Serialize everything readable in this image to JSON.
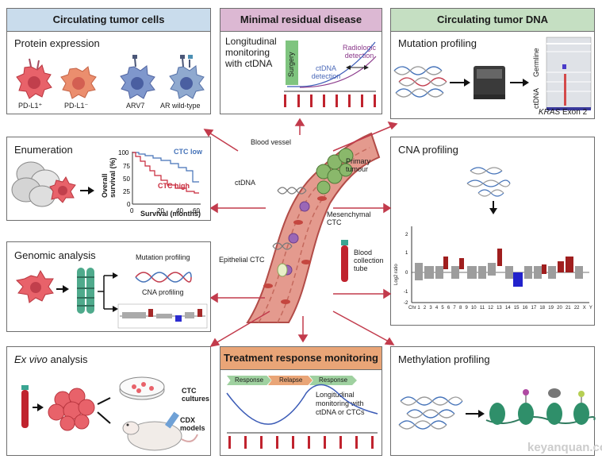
{
  "headers": {
    "ctc": "Circulating tumor cells",
    "mrd": "Minimal residual disease",
    "ctdna": "Circulating tumor DNA",
    "trm": "Treatment response monitoring"
  },
  "protein": {
    "title": "Protein expression",
    "labels": [
      "PD-L1⁺",
      "PD-L1⁻",
      "ARV7",
      "AR wild-type"
    ]
  },
  "mrd": {
    "title": "Longitudinal monitoring with ctDNA",
    "surgery": "Surgery",
    "ctdna_detection": "ctDNA detection",
    "radiologic_detection": "Radiologic detection"
  },
  "mutation": {
    "title": "Mutation profiling",
    "germline": "Germline",
    "ctdna": "ctDNA",
    "gene": "KRAS",
    "exon": "Exon 2"
  },
  "enumeration": {
    "title": "Enumeration",
    "ylabel": "Overall survival (%)",
    "xlabel": "Survival (months)",
    "ctc_low": "CTC low",
    "ctc_high": "CTC high"
  },
  "center": {
    "blood_vessel": "Blood vessel",
    "ctdna": "ctDNA",
    "primary_tumour": "Primary tumour",
    "mesenchymal_ctc": "Mesenchymal CTC",
    "epithelial_ctc": "Epithelial CTC",
    "blood_collection_tube": "Blood collection tube"
  },
  "cna": {
    "title": "CNA profiling",
    "ylabel": "Log2 ratio",
    "chromosomes": [
      "Chr 1",
      "2",
      "3",
      "4",
      "5",
      "6",
      "7",
      "8",
      "9",
      "10",
      "11",
      "12",
      "13",
      "14",
      "15",
      "16",
      "17",
      "18",
      "19",
      "20",
      "21",
      "22",
      "X",
      "Y"
    ]
  },
  "genomic": {
    "title": "Genomic analysis",
    "mutation": "Mutation profiling",
    "cna": "CNA profiling"
  },
  "exvivo": {
    "title_italic": "Ex vivo",
    "title_rest": " analysis",
    "ctc_cultures": "CTC cultures",
    "cdx_models": "CDX models"
  },
  "trm": {
    "phases": [
      "Response",
      "Relapse",
      "Response"
    ],
    "text": "Longitudinal monitoring with ctDNA or CTCs"
  },
  "methylation": {
    "title": "Methylation profiling"
  },
  "watermark": "keyanquan.com",
  "colors": {
    "ctc_header": "#c9dcec",
    "mrd_header": "#dcb8d3",
    "ctdna_header": "#c5dfc2",
    "trm_header": "#e9a577",
    "arrow": "#c23b4c",
    "tumor_cell": "#e8626a",
    "blue_cell": "#7f97cc"
  }
}
